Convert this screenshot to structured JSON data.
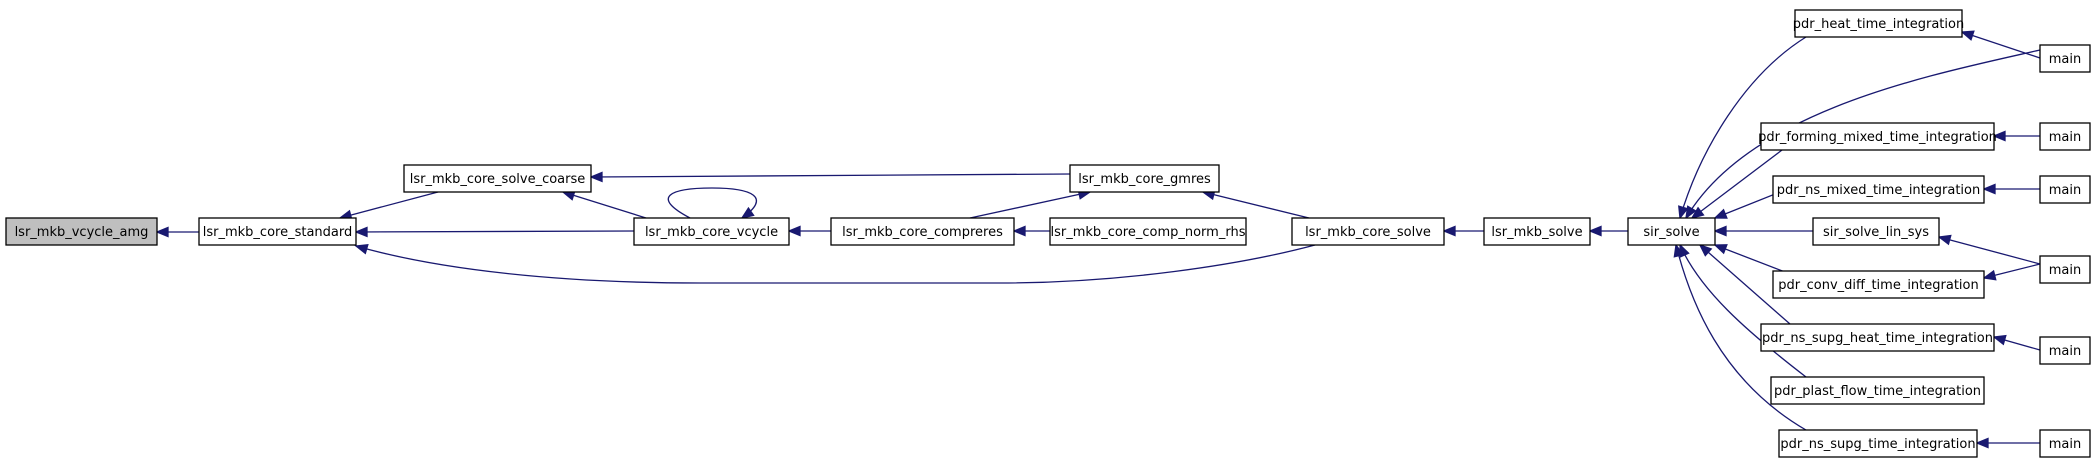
{
  "graph": {
    "colors": {
      "edge": "#191970",
      "node_fill": "#ffffff",
      "focus_fill": "#bfbfbf",
      "node_stroke": "#000000"
    },
    "nodes": [
      {
        "id": "n0",
        "label": "lsr_mkb_vcycle_amg",
        "focus": true
      },
      {
        "id": "n1",
        "label": "lsr_mkb_core_standard"
      },
      {
        "id": "n2",
        "label": "lsr_mkb_core_solve_coarse"
      },
      {
        "id": "n3",
        "label": "lsr_mkb_core_vcycle"
      },
      {
        "id": "n4",
        "label": "lsr_mkb_core_gmres"
      },
      {
        "id": "n5",
        "label": "lsr_mkb_core_compreres"
      },
      {
        "id": "n6",
        "label": "lsr_mkb_core_comp_norm_rhs"
      },
      {
        "id": "n7",
        "label": "lsr_mkb_core_solve"
      },
      {
        "id": "n8",
        "label": "lsr_mkb_solve"
      },
      {
        "id": "n9",
        "label": "sir_solve"
      },
      {
        "id": "n10",
        "label": "pdr_heat_time_integration"
      },
      {
        "id": "n11",
        "label": "pdr_forming_mixed_time_integration"
      },
      {
        "id": "n12",
        "label": "pdr_ns_mixed_time_integration"
      },
      {
        "id": "n13",
        "label": "sir_solve_lin_sys"
      },
      {
        "id": "n14",
        "label": "pdr_conv_diff_time_integration"
      },
      {
        "id": "n15",
        "label": "pdr_ns_supg_heat_time_integration"
      },
      {
        "id": "n16",
        "label": "pdr_plast_flow_time_integration"
      },
      {
        "id": "n17",
        "label": "pdr_ns_supg_time_integration"
      },
      {
        "id": "n18",
        "label": "main"
      },
      {
        "id": "n19",
        "label": "main"
      },
      {
        "id": "n20",
        "label": "main"
      },
      {
        "id": "n21",
        "label": "main"
      },
      {
        "id": "n22",
        "label": "main"
      },
      {
        "id": "n23",
        "label": "main"
      }
    ],
    "edges": [
      {
        "from": "n1",
        "to": "n0"
      },
      {
        "from": "n2",
        "to": "n1"
      },
      {
        "from": "n3",
        "to": "n1"
      },
      {
        "from": "n7",
        "to": "n1"
      },
      {
        "from": "n3",
        "to": "n2"
      },
      {
        "from": "n4",
        "to": "n2"
      },
      {
        "from": "n3",
        "to": "n3"
      },
      {
        "from": "n5",
        "to": "n3"
      },
      {
        "from": "n5",
        "to": "n4"
      },
      {
        "from": "n7",
        "to": "n4"
      },
      {
        "from": "n6",
        "to": "n5"
      },
      {
        "from": "n8",
        "to": "n7"
      },
      {
        "from": "n9",
        "to": "n8"
      },
      {
        "from": "n10",
        "to": "n9"
      },
      {
        "from": "n18",
        "to": "n9"
      },
      {
        "from": "n11",
        "to": "n9"
      },
      {
        "from": "n12",
        "to": "n9"
      },
      {
        "from": "n13",
        "to": "n9"
      },
      {
        "from": "n14",
        "to": "n9"
      },
      {
        "from": "n15",
        "to": "n9"
      },
      {
        "from": "n16",
        "to": "n9"
      },
      {
        "from": "n17",
        "to": "n9"
      },
      {
        "from": "n18",
        "to": "n10"
      },
      {
        "from": "n19",
        "to": "n11"
      },
      {
        "from": "n20",
        "to": "n12"
      },
      {
        "from": "n21",
        "to": "n13"
      },
      {
        "from": "n21",
        "to": "n14"
      },
      {
        "from": "n22",
        "to": "n15"
      },
      {
        "from": "n23",
        "to": "n17"
      }
    ]
  }
}
